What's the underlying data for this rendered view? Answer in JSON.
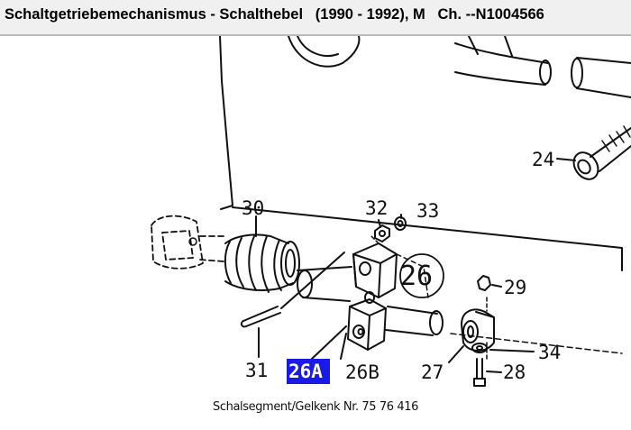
{
  "header": {
    "title": "Schaltgetriebemechanismus - Schalthebel   (1990 - 1992), M   Ch. --N1004566"
  },
  "diagram": {
    "labels": {
      "p24": "24",
      "p26": "26",
      "p26a": "26A",
      "p26b": "26B",
      "p27": "27",
      "p28": "28",
      "p29": "29",
      "p30": "30",
      "p31": "31",
      "p32": "32",
      "p33": "33",
      "p34": "34"
    },
    "highlight_color": "#1a1ae6"
  },
  "caption": "Schalsegment/Gelkenk Nr. 75 76 416"
}
